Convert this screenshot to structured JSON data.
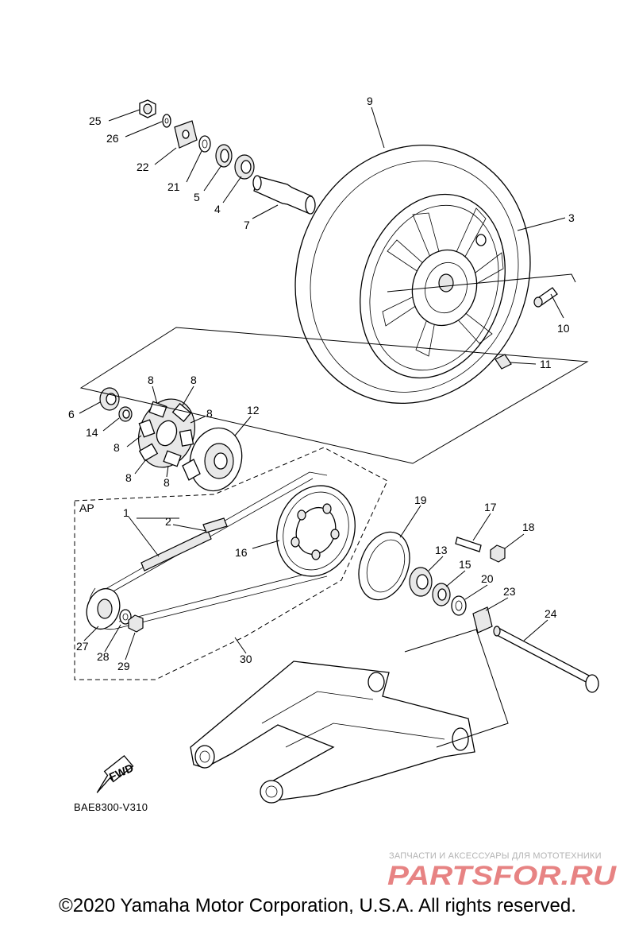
{
  "callouts": [
    {
      "id": "1",
      "text": "1"
    },
    {
      "id": "2",
      "text": "2"
    },
    {
      "id": "3",
      "text": "3"
    },
    {
      "id": "4",
      "text": "4"
    },
    {
      "id": "5",
      "text": "5"
    },
    {
      "id": "6",
      "text": "6"
    },
    {
      "id": "7",
      "text": "7"
    },
    {
      "id": "8",
      "text": "8"
    },
    {
      "id": "9",
      "text": "9"
    },
    {
      "id": "10",
      "text": "10"
    },
    {
      "id": "11",
      "text": "11"
    },
    {
      "id": "12",
      "text": "12"
    },
    {
      "id": "13",
      "text": "13"
    },
    {
      "id": "14",
      "text": "14"
    },
    {
      "id": "15",
      "text": "15"
    },
    {
      "id": "16",
      "text": "16"
    },
    {
      "id": "17",
      "text": "17"
    },
    {
      "id": "18",
      "text": "18"
    },
    {
      "id": "19",
      "text": "19"
    },
    {
      "id": "20",
      "text": "20"
    },
    {
      "id": "21",
      "text": "21"
    },
    {
      "id": "22",
      "text": "22"
    },
    {
      "id": "23",
      "text": "23"
    },
    {
      "id": "24",
      "text": "24"
    },
    {
      "id": "25",
      "text": "25"
    },
    {
      "id": "26",
      "text": "26"
    },
    {
      "id": "27",
      "text": "27"
    },
    {
      "id": "28",
      "text": "28"
    },
    {
      "id": "29",
      "text": "29"
    },
    {
      "id": "30",
      "text": "30"
    }
  ],
  "assembly_label": "AP",
  "fwd_label": "FWD",
  "drawing_code": "BAE8300-V310",
  "watermark": {
    "tagline": "ЗАПЧАСТИ И АКСЕССУАРЫ ДЛЯ МОТОТЕХНИКИ",
    "logo": "PARTSFOR.RU",
    "color": "#e05a5a"
  },
  "copyright": "©2020 Yamaha Motor Corporation, U.S.A. All rights reserved."
}
